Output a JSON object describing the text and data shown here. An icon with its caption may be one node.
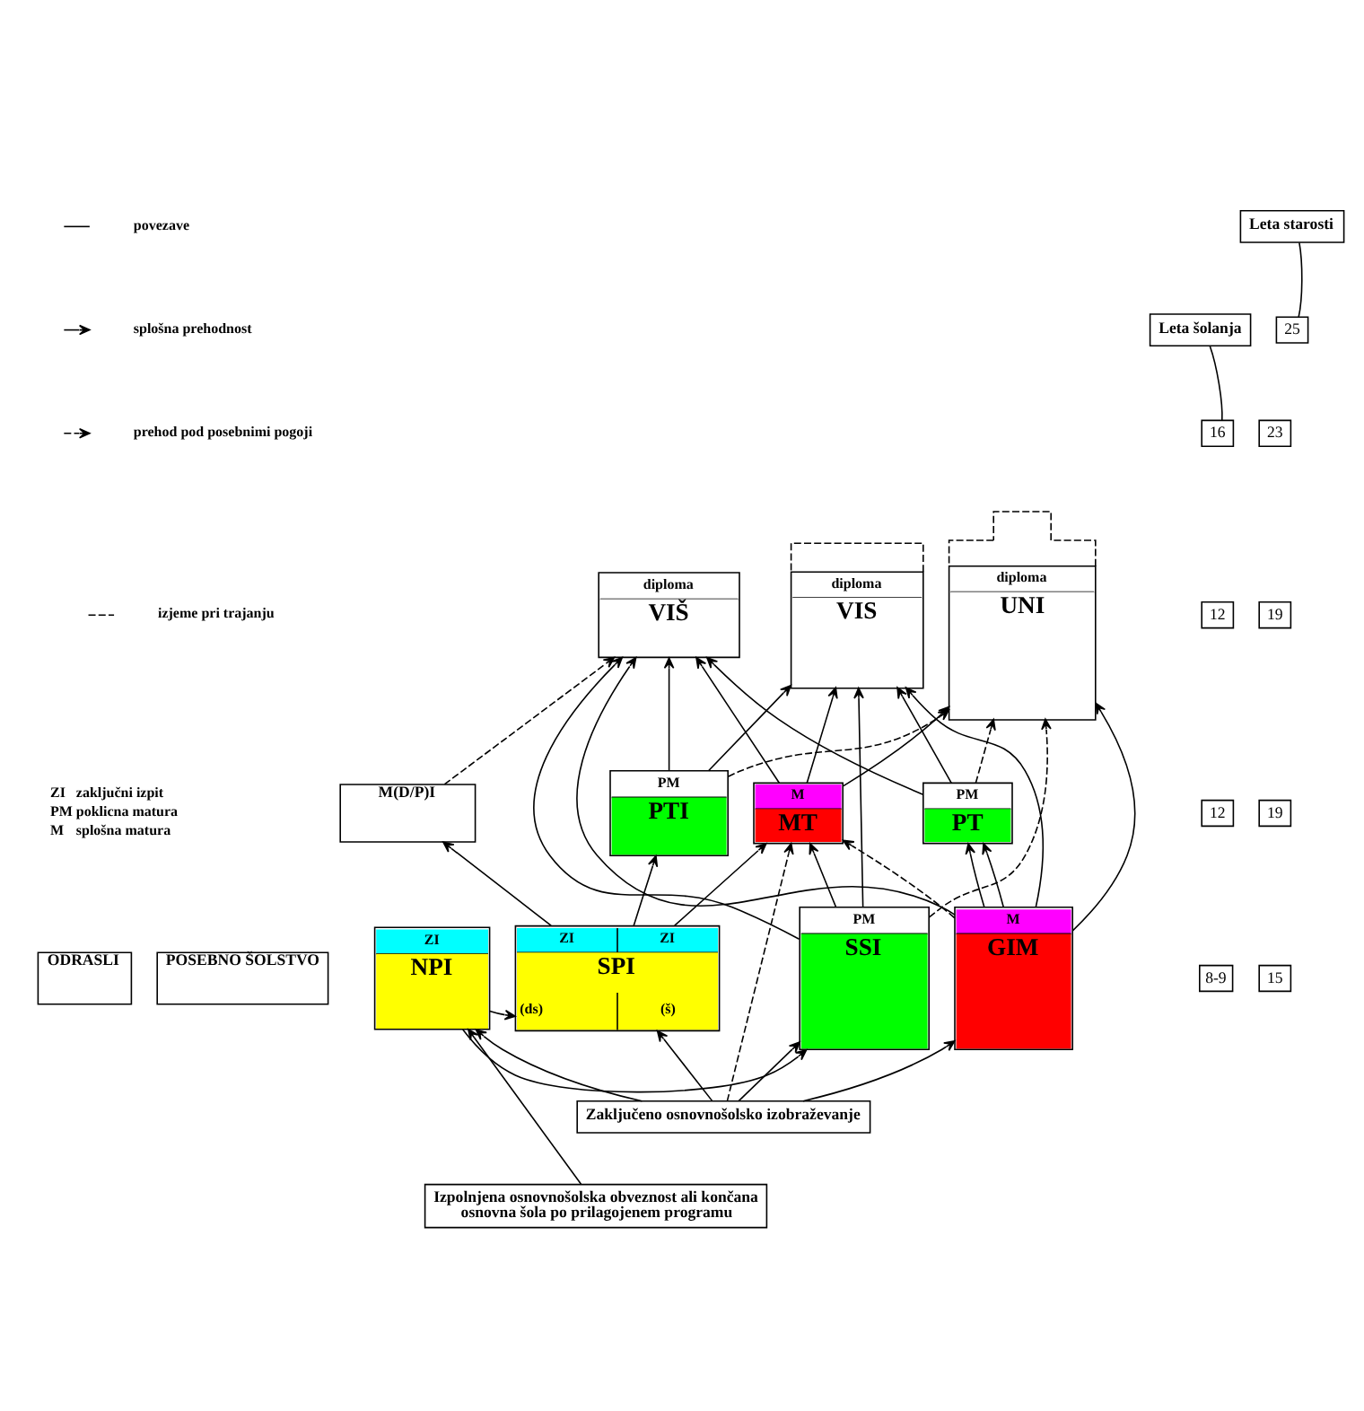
{
  "diagram": {
    "nodes": [
      {
        "text": [
          "Leta starosti"
        ]
      },
      {
        "text": [
          "Leta šolanja"
        ]
      },
      {
        "text": [
          "diploma",
          "VIŠ"
        ]
      },
      {
        "text": [
          "diploma",
          "VIS"
        ]
      },
      {
        "text": [
          "diploma",
          "UNI"
        ]
      },
      {
        "text": [
          "25"
        ]
      },
      {
        "text": [
          "16"
        ]
      },
      {
        "text": [
          "23"
        ]
      },
      {
        "text": [
          "12"
        ]
      },
      {
        "text": [
          "19"
        ]
      },
      {
        "text": [
          "ODRASLI"
        ]
      },
      {
        "text": [
          "POSEBNO ŠOLSTVO"
        ]
      },
      {
        "text": [
          "M(D/P)I"
        ]
      },
      {
        "text": [
          "PM",
          "PTI"
        ]
      },
      {
        "text": [
          "M",
          "MT"
        ]
      },
      {
        "text": [
          "PM",
          "PT"
        ]
      },
      {
        "text": [
          "PM",
          "SSI"
        ]
      },
      {
        "text": [
          "M",
          "GIM"
        ]
      },
      {
        "text": [
          "12"
        ]
      },
      {
        "text": [
          "19"
        ]
      },
      {
        "text": [
          "ZI",
          "NPI"
        ]
      },
      {
        "text": [
          "ZI",
          "ZI",
          "SPI",
          "(ds)",
          "(š)"
        ]
      },
      {
        "text": [
          "8-9"
        ]
      },
      {
        "text": [
          "15"
        ]
      },
      {
        "text": [
          "Zaključeno osnovnošolsko izobraževanje"
        ]
      },
      {
        "text": [
          "Izpolnjena osnovnošolska obveznost ali končana osnovna šola po prilagojenem programu"
        ]
      }
    ],
    "edges": [
      {
        "from": 0,
        "to": 5,
        "arrow": "none"
      },
      {
        "from": 1,
        "to": 6,
        "arrow": "none"
      },
      {
        "from": 12,
        "to": 2,
        "arrow": "to",
        "style": "dashed"
      },
      {
        "from": 17,
        "to": 2,
        "arrow": "to"
      },
      {
        "from": 17,
        "to": 3,
        "arrow": "to"
      },
      {
        "from": 17,
        "to": 4,
        "arrow": "to"
      },
      {
        "from": 14,
        "to": 2,
        "arrow": "to"
      },
      {
        "from": 14,
        "to": 3,
        "arrow": "to"
      },
      {
        "from": 14,
        "to": 4,
        "arrow": "to"
      },
      {
        "from": 16,
        "to": 2,
        "arrow": "to"
      },
      {
        "from": 16,
        "to": 3,
        "arrow": "to"
      },
      {
        "from": 16,
        "to": 4,
        "arrow": "to",
        "style": "dashed"
      },
      {
        "from": 13,
        "to": 2,
        "arrow": "to"
      },
      {
        "from": 13,
        "to": 3,
        "arrow": "to"
      },
      {
        "from": 13,
        "to": 4,
        "arrow": "to",
        "style": "dashed"
      },
      {
        "from": 15,
        "to": 2,
        "arrow": "to"
      },
      {
        "from": 15,
        "to": 3,
        "arrow": "to"
      },
      {
        "from": 15,
        "to": 4,
        "arrow": "to",
        "style": "dashed"
      },
      {
        "from": 21,
        "to": 12,
        "arrow": "to"
      },
      {
        "from": 21,
        "to": 13,
        "arrow": "to"
      },
      {
        "from": 21,
        "to": 14,
        "arrow": "to"
      },
      {
        "from": 16,
        "to": 14,
        "arrow": "to"
      },
      {
        "from": 24,
        "to": 14,
        "arrow": "to",
        "style": "dashed"
      },
      {
        "from": 17,
        "to": 14,
        "arrow": "to",
        "style": "dashed"
      },
      {
        "from": 17,
        "to": 15,
        "arrow": "to"
      },
      {
        "from": 17,
        "to": 15,
        "arrow": "to"
      },
      {
        "from": 25,
        "to": 20,
        "arrow": "to"
      },
      {
        "from": 24,
        "to": 20,
        "arrow": "to"
      },
      {
        "from": 24,
        "to": 21,
        "arrow": "to"
      },
      {
        "from": 24,
        "to": 16,
        "arrow": "to"
      },
      {
        "from": 24,
        "to": 17,
        "arrow": "to"
      },
      {
        "from": 20,
        "to": 16,
        "arrow": "to"
      },
      {
        "from": 20,
        "to": 21,
        "arrow": "to"
      }
    ],
    "labels": [
      "ZI",
      "zaključni izpit",
      "PM",
      "poklicna matura",
      "M",
      "splošna matura"
    ],
    "legend": [
      {
        "text": "povezave"
      },
      {
        "text": "splošna prehodnost"
      },
      {
        "text": "prehod pod posebnimi pogoji"
      },
      {
        "text": "izjeme pri trajanju"
      }
    ]
  }
}
